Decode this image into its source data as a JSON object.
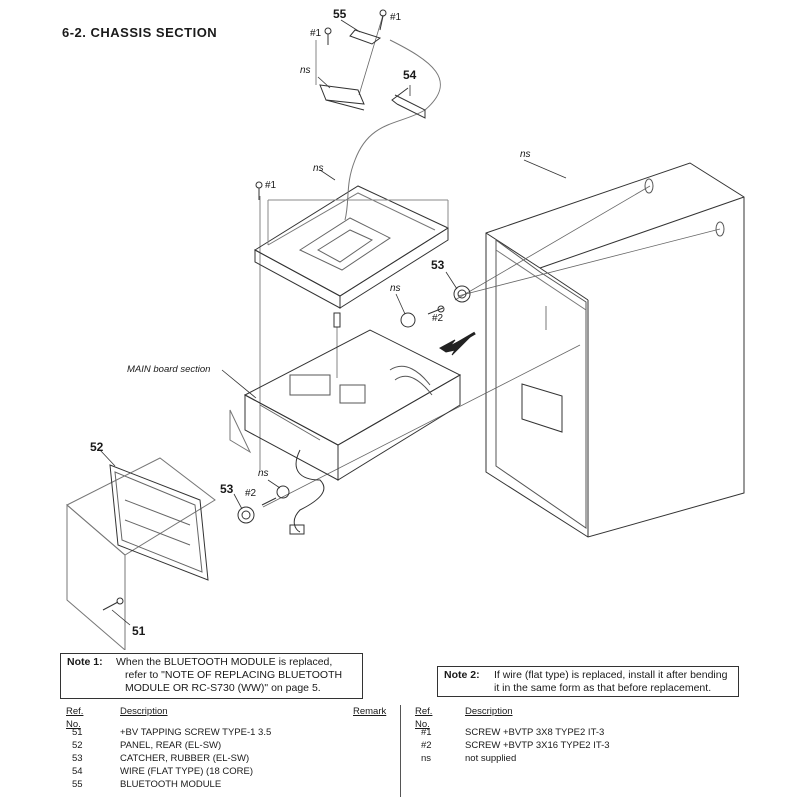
{
  "section_title": "6-2.   CHASSIS  SECTION",
  "callouts": {
    "c55": "55",
    "c54": "54",
    "c53_right": "53",
    "c52": "52",
    "c53_left": "53",
    "c51": "51",
    "s1_top": "#1",
    "s1_top_left": "#1",
    "s1_mid": "#1",
    "s2_right": "#2",
    "s2_left": "#2",
    "ns_top": "ns",
    "ns_chassis": "ns",
    "ns_cabinet": "ns",
    "ns_catcher_right": "ns",
    "ns_catcher_left": "ns",
    "main_board": "MAIN board section"
  },
  "note1": {
    "label": "Note 1:",
    "line1": "When the BLUETOOTH MODULE is replaced,",
    "line2": "refer to \"NOTE OF REPLACING BLUETOOTH",
    "line3": "MODULE OR RC-S730 (WW)\" on page 5."
  },
  "note2": {
    "label": "Note 2:",
    "line1": "If wire (flat type) is replaced, install it after bending",
    "line2": "it in the same form as that before replacement."
  },
  "parts_table": {
    "headers": {
      "ref": "Ref. No.",
      "desc": "Description",
      "remark": "Remark"
    },
    "left_rows": [
      {
        "ref": "51",
        "desc": "+BV TAPPING SCREW TYPE-1 3.5"
      },
      {
        "ref": "52",
        "desc": "PANEL, REAR (EL-SW)"
      },
      {
        "ref": "53",
        "desc": "CATCHER, RUBBER (EL-SW)"
      },
      {
        "ref": "54",
        "desc": "WIRE (FLAT TYPE) (18 CORE)"
      },
      {
        "ref": "55",
        "desc": "BLUETOOTH MODULE"
      }
    ],
    "right_headers": {
      "ref": "Ref. No.",
      "desc": "Description"
    },
    "right_rows": [
      {
        "ref": "#1",
        "desc": "SCREW +BVTP 3X8 TYPE2 IT-3"
      },
      {
        "ref": "#2",
        "desc": "SCREW +BVTP 3X16 TYPE2 IT-3"
      },
      {
        "ref": "ns",
        "desc": "not supplied"
      }
    ]
  }
}
